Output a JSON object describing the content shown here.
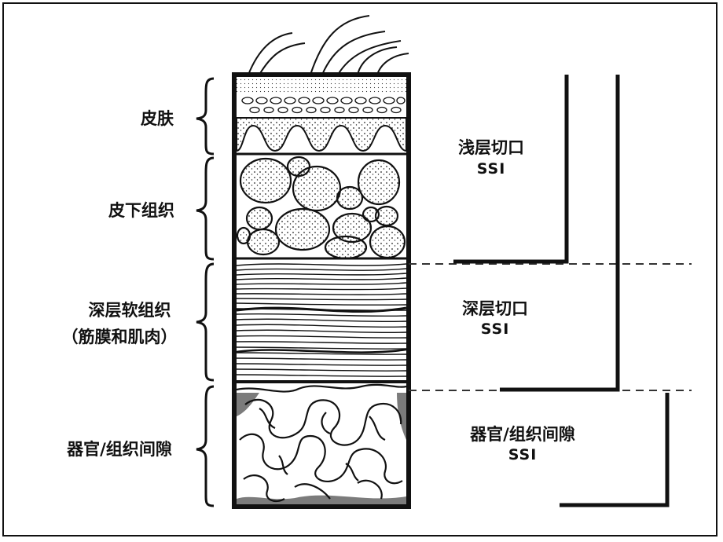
{
  "layers": [
    {
      "label": "皮肤"
    },
    {
      "label": "皮下组织"
    },
    {
      "label": "深层软组织",
      "note": "（筋膜和肌肉）"
    },
    {
      "label": "器官/组织间隙"
    }
  ],
  "incisions": [
    {
      "label": "浅层切口",
      "abbr": "SSI"
    },
    {
      "label": "深层切口",
      "abbr": "SSI"
    },
    {
      "label": "器官/组织间隙",
      "abbr": "SSI"
    }
  ],
  "colors": {
    "ink": "#111111",
    "dash": "#333333",
    "background": "#ffffff"
  }
}
